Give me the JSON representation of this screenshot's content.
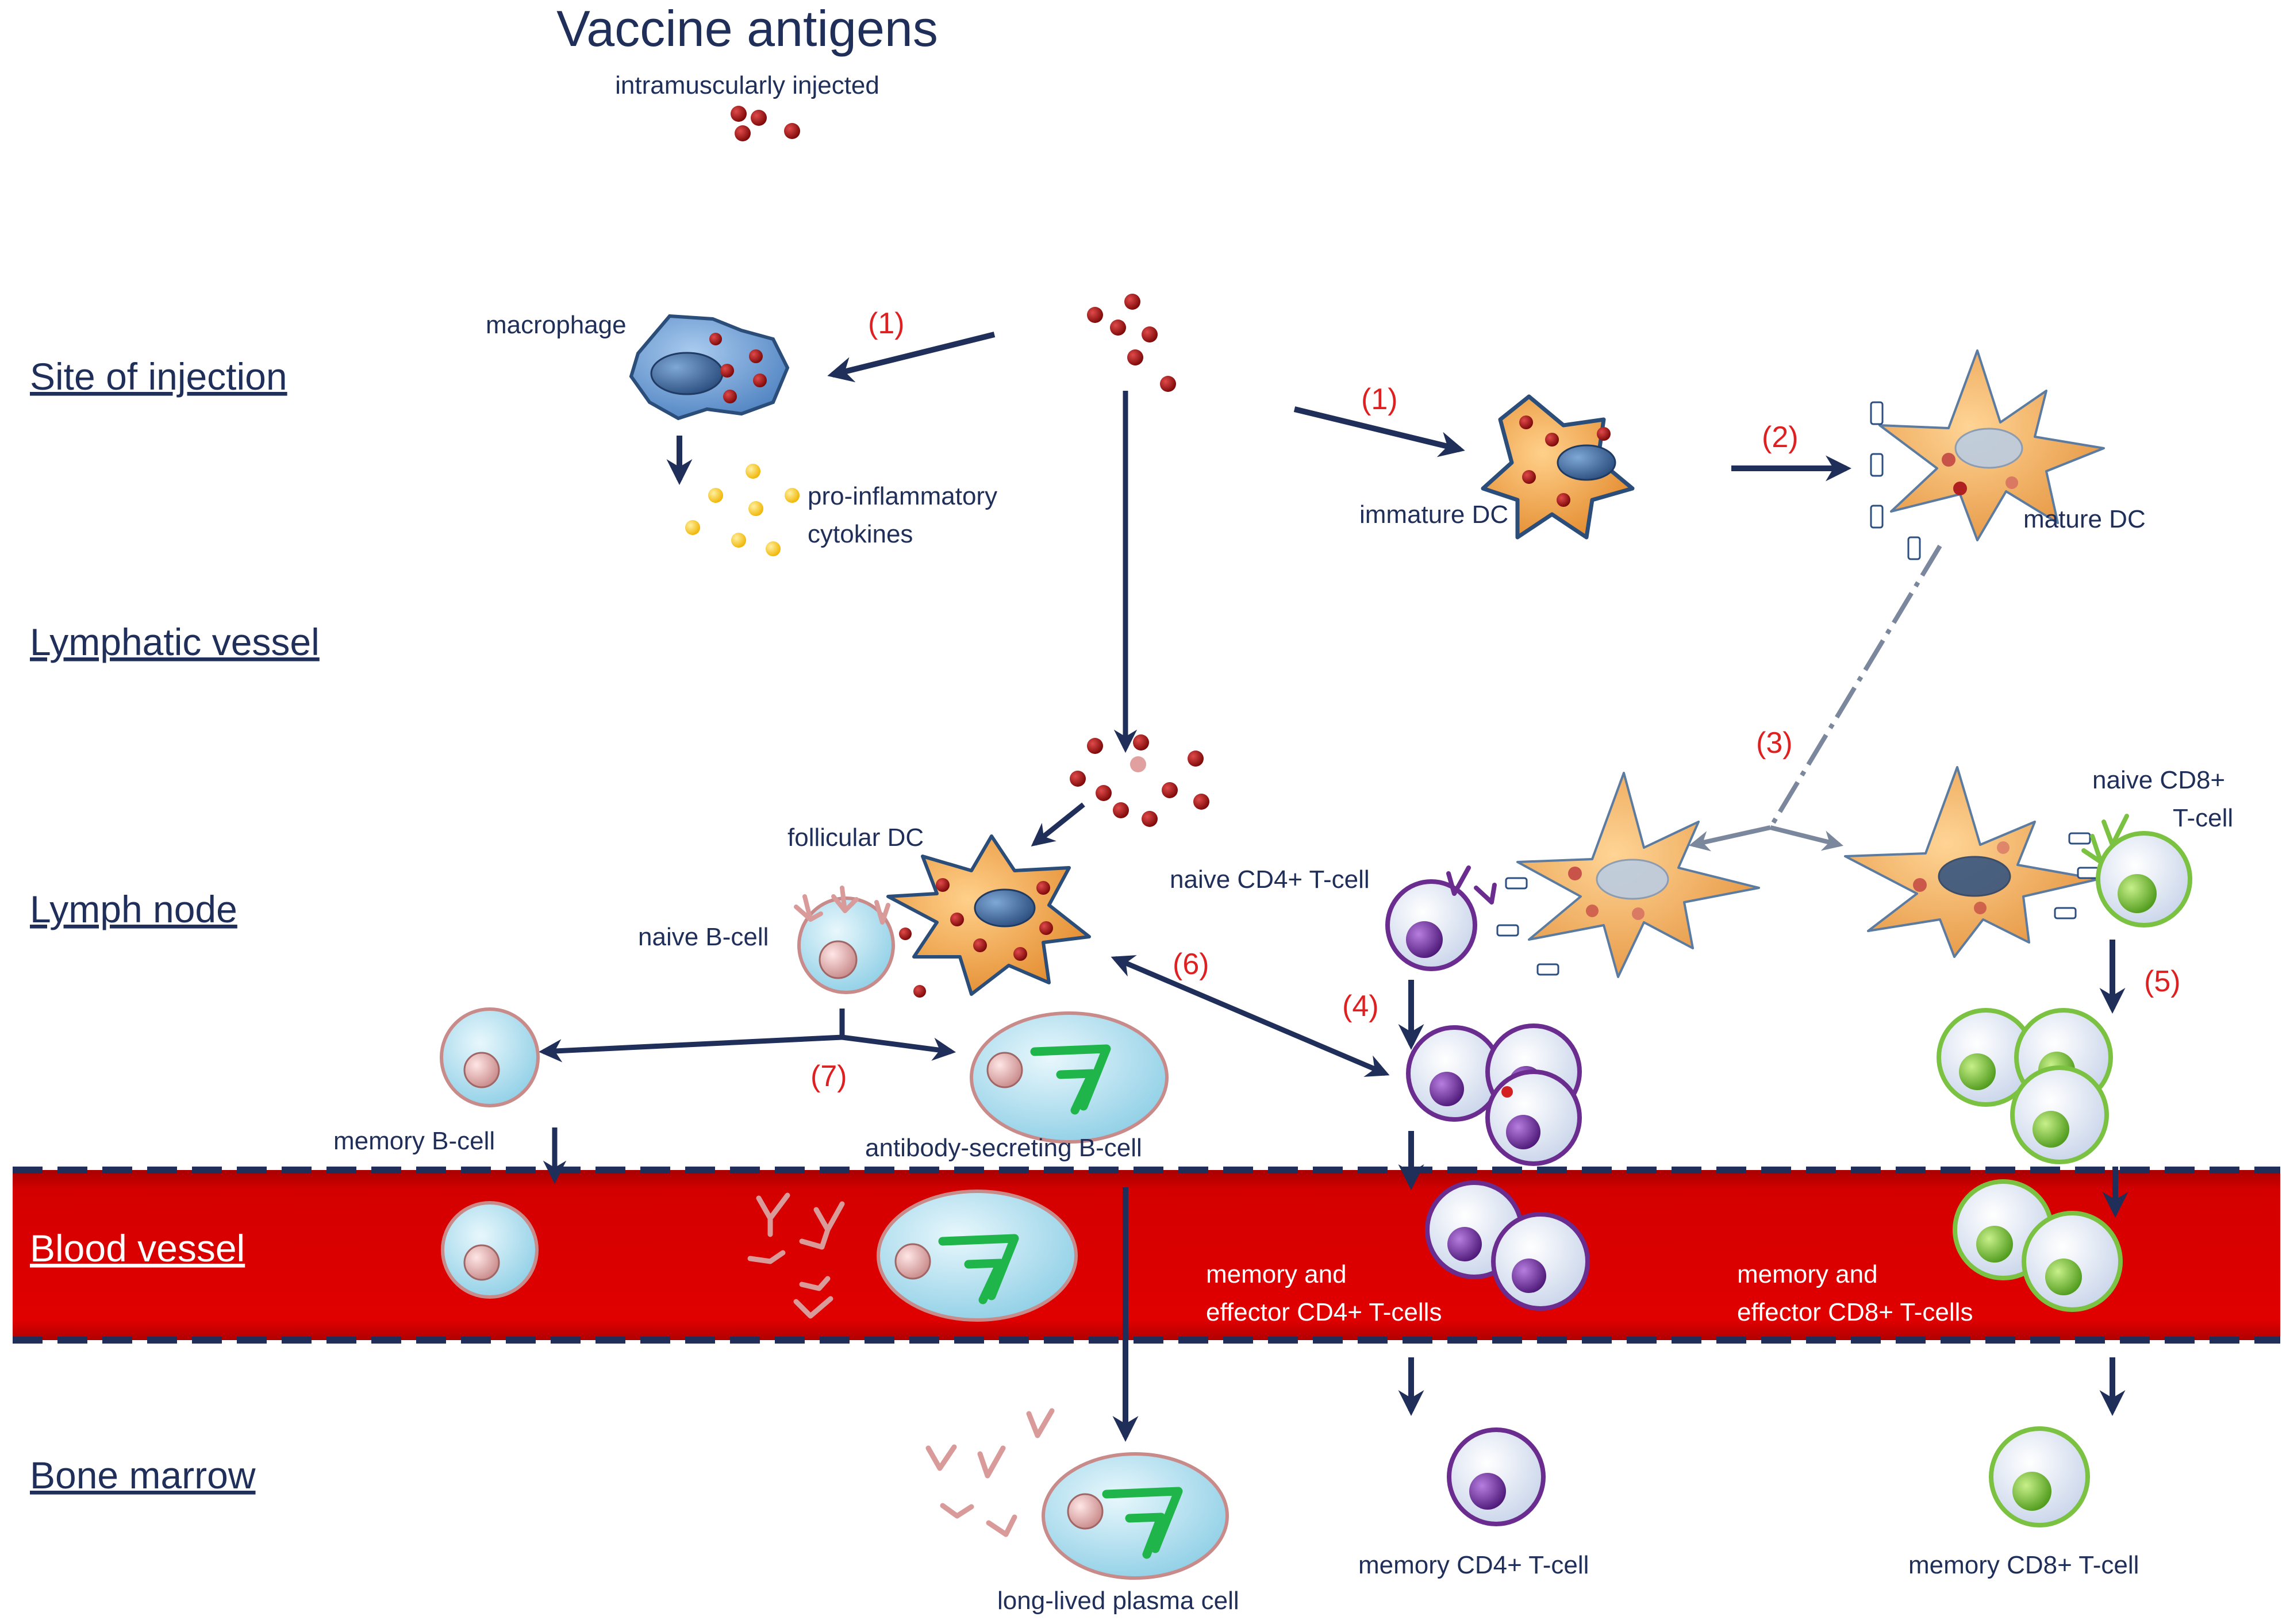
{
  "title": "Vaccine antigens",
  "subtitle": "intramuscularly injected",
  "stages": {
    "site": "Site of injection",
    "lymphatic": "Lymphatic vessel",
    "lymph_node": "Lymph node",
    "blood": "Blood vessel",
    "bone": "Bone marrow"
  },
  "labels": {
    "macrophage": "macrophage",
    "cytokines_1": "pro-inflammatory",
    "cytokines_2": "cytokines",
    "immature_dc": "immature DC",
    "mature_dc": "mature DC",
    "follicular_dc": "follicular DC",
    "naive_b": "naive  B-cell",
    "naive_cd4": "naive  CD4+ T-cell",
    "naive_cd8_1": "naive  CD8+",
    "naive_cd8_2": "T-cell",
    "memory_b": "memory  B-cell",
    "asc": "antibody-secreting B-cell",
    "mem_eff_cd4_1": "memory  and",
    "mem_eff_cd4_2": "effector  CD4+ T-cells",
    "mem_eff_cd8_1": "memory  and",
    "mem_eff_cd8_2": "effector  CD8+ T-cells",
    "plasma": "long-lived plasma cell",
    "mem_cd4": "memory  CD4+ T-cell",
    "mem_cd8": "memory  CD8+ T-cell"
  },
  "steps": {
    "s1a": "(1)",
    "s1b": "(1)",
    "s2": "(2)",
    "s3": "(3)",
    "s4": "(4)",
    "s5": "(5)",
    "s6": "(6)",
    "s7": "(7)"
  },
  "colors": {
    "navy": "#1f2f5a",
    "antigen": "#9b0d0d",
    "blood": "#d40000",
    "dc_orange": "#f4a640",
    "cd4_purple": "#6a2c8e",
    "cd8_green": "#7cc242",
    "b_cell_blue": "#bfe4f2",
    "step_red": "#e02020",
    "antibody_pink": "#d99a9a"
  }
}
